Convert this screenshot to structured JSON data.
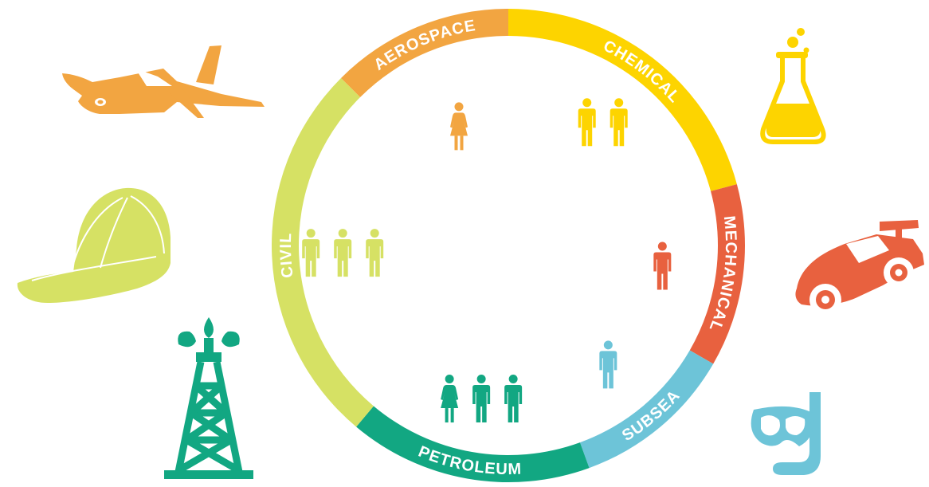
{
  "diagram": {
    "segments": [
      {
        "id": "aerospace",
        "label": "AEROSPACE",
        "color": "#F2A541",
        "start": 315,
        "end": 360,
        "people": [
          "female"
        ]
      },
      {
        "id": "chemical",
        "label": "CHEMICAL",
        "color": "#FDD400",
        "start": 0,
        "end": 75,
        "people": [
          "male",
          "male"
        ]
      },
      {
        "id": "mechanical",
        "label": "MECHANICAL",
        "color": "#E8613F",
        "start": 75,
        "end": 120,
        "people": [
          "male"
        ]
      },
      {
        "id": "subsea",
        "label": "SUBSEA",
        "color": "#6DC4D8",
        "start": 120,
        "end": 160,
        "people": [
          "male"
        ]
      },
      {
        "id": "petroleum",
        "label": "PETROLEUM",
        "color": "#12A782",
        "start": 160,
        "end": 220,
        "people": [
          "female",
          "male",
          "male"
        ]
      },
      {
        "id": "civil",
        "label": "CIVIL",
        "color": "#D6E164",
        "start": 220,
        "end": 315,
        "people": [
          "male",
          "male",
          "male"
        ]
      }
    ],
    "icons": [
      {
        "name": "airplane-icon",
        "segment": "aerospace"
      },
      {
        "name": "flask-icon",
        "segment": "chemical"
      },
      {
        "name": "race-car-icon",
        "segment": "mechanical"
      },
      {
        "name": "snorkel-mask-icon",
        "segment": "subsea"
      },
      {
        "name": "oil-derrick-icon",
        "segment": "petroleum"
      },
      {
        "name": "hard-hat-icon",
        "segment": "civil"
      }
    ]
  }
}
